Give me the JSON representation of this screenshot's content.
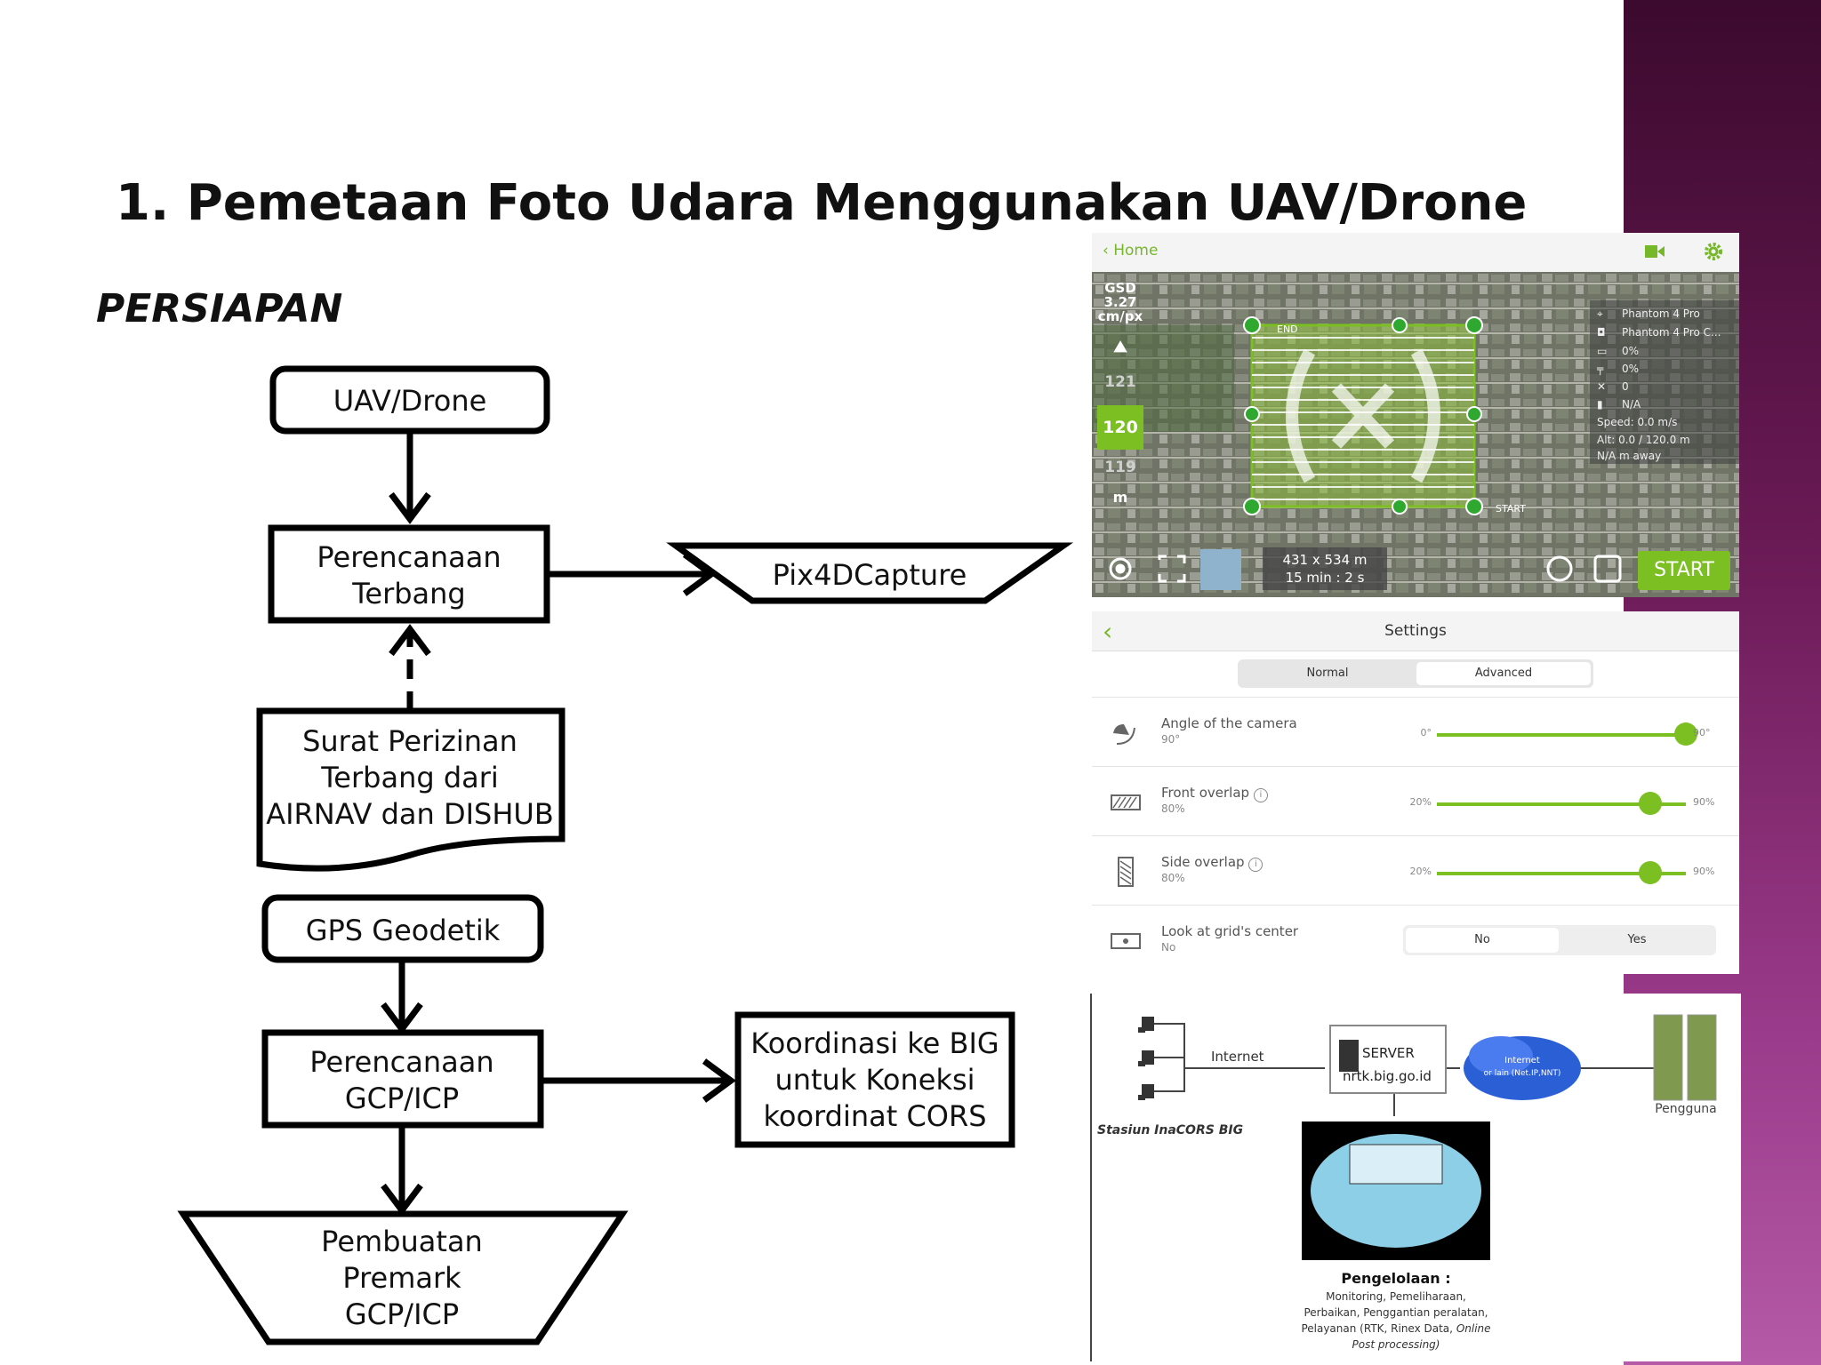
{
  "slide": {
    "title": "1. Pemetaan Foto Udara Menggunakan UAV/Drone",
    "section": "PERSIAPAN"
  },
  "flowchart": {
    "nodes": {
      "uav": "UAV/Drone",
      "flight_planning": [
        "Perencanaan",
        "Terbang"
      ],
      "pix4d": "Pix4DCapture",
      "permit": [
        "Surat Perizinan",
        "Terbang dari",
        "AIRNAV dan DISHUB"
      ],
      "gps": "GPS Geodetik",
      "gcp_planning": [
        "Perencanaan",
        "GCP/ICP"
      ],
      "big": [
        "Koordinasi ke BIG",
        "untuk Koneksi",
        "koordinat CORS"
      ],
      "premark": [
        "Pembuatan",
        "Premark",
        "GCP/ICP"
      ]
    }
  },
  "app": {
    "home_label": "Home",
    "gsd": [
      "GSD",
      "3.27",
      "cm/px"
    ],
    "altitude_above": "121",
    "altitude_current": "120",
    "altitude_below": "119",
    "altitude_unit": "m",
    "end_label": "END",
    "start_marker": "START",
    "info": [
      "Phantom 4 Pro",
      "Phantom 4 Pro C...",
      "0%",
      "0%",
      "0",
      "N/A",
      "Speed: 0.0 m/s",
      "Alt: 0.0 / 120.0 m",
      "N/A m away"
    ],
    "area_size": "431 x 534 m",
    "flight_time": "15 min : 2 s",
    "start_button": "START",
    "colors": {
      "accent": "#7bbf22",
      "topbar": "#f4f4f4"
    }
  },
  "settings": {
    "title": "Settings",
    "tabs": [
      "Normal",
      "Advanced"
    ],
    "active_tab": "Advanced",
    "rows": [
      {
        "label": "Angle of the camera",
        "value": "90°",
        "min": "0°",
        "max": "90°",
        "fraction": 1.0
      },
      {
        "label": "Front overlap",
        "value": "80%",
        "min": "20%",
        "max": "90%",
        "fraction": 0.857
      },
      {
        "label": "Side overlap",
        "value": "80%",
        "min": "20%",
        "max": "90%",
        "fraction": 0.857
      }
    ],
    "grid_center": {
      "label": "Look at grid's center",
      "value": "No",
      "options": [
        "No",
        "Yes"
      ],
      "selected": "No"
    }
  },
  "cors": {
    "internet_label": "Internet",
    "server_label": "SERVER",
    "server_host": "nrtk.big.go.id",
    "cloud_label": [
      "Internet",
      "or lain (Net.IP,NNT)"
    ],
    "stations_label": "Stasiun InaCORS BIG",
    "users_label": "Pengguna",
    "management_title": "Pengelolaan :",
    "management_lines": [
      "Monitoring, Pemeliharaan,",
      "Perbaikan, Penggantian peralatan,",
      "Pelayanan (RTK, Rinex Data,",
      "Online",
      "Post processing)"
    ]
  }
}
